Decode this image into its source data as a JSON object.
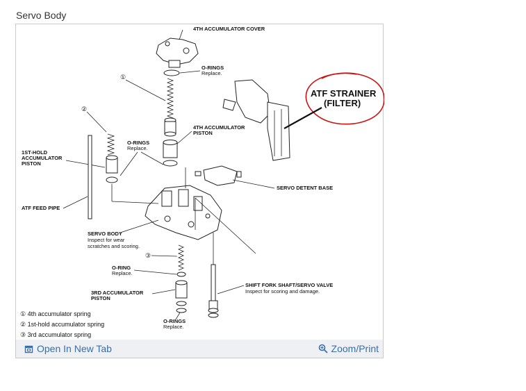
{
  "page": {
    "title": "Servo Body"
  },
  "diagram": {
    "labels": {
      "cover": "4TH ACCUMULATOR COVER",
      "orings_top": "O-RINGS",
      "orings_top_sub": "Replace.",
      "acc4_piston_1": "4TH ACCUMULATOR",
      "acc4_piston_2": "PISTON",
      "orings_mid": "O-RINGS",
      "orings_mid_sub": "Replace.",
      "hold_piston_1": "1ST-HOLD",
      "hold_piston_2": "ACCUMULATOR",
      "hold_piston_3": "PISTON",
      "feed_pipe": "ATF FEED PIPE",
      "detent": "SERVO DETENT BASE",
      "servo_body": "SERVO BODY",
      "servo_body_sub1": "Inspect for wear",
      "servo_body_sub2": "scratches and scoring.",
      "oring_low": "O-RING",
      "oring_low_sub": "Replace.",
      "acc3_piston_1": "3RD  ACCUMULATOR",
      "acc3_piston_2": "PISTON",
      "shift_fork": "SHIFT FORK SHAFT/SERVO VALVE",
      "shift_fork_sub": "Inspect for scoring and damage.",
      "orings_bottom": "O-RINGS",
      "orings_bottom_sub": "Replace.",
      "strainer_1": "ATF STRAINER",
      "strainer_2": "(FILTER)",
      "callout_1": "①",
      "callout_2": "②",
      "callout_3": "③"
    },
    "legend": [
      "① 4th accumulator spring",
      "② 1st-hold accumulator spring",
      "③ 3rd accumulator spring"
    ],
    "colors": {
      "annotation": "#cc1111",
      "ink": "#222222"
    }
  },
  "footer": {
    "open_tab_label": "Open In New Tab",
    "zoom_label": "Zoom/Print",
    "link_color": "#3a6ea8"
  }
}
